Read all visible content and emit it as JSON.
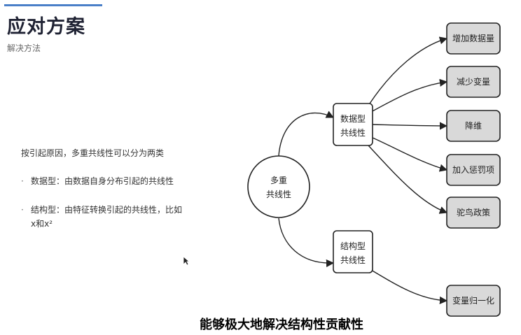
{
  "slide": {
    "title": "应对方案",
    "subtitle": "解决方法"
  },
  "content": {
    "intro": "按引起原因，多重共线性可以分为两类",
    "bullets": [
      {
        "dot": "·",
        "text": "数据型：由数据自身分布引起的共线性"
      },
      {
        "dot": "·",
        "text": "结构型：由特征转换引起的共线性，比如",
        "cont": "x和x²"
      }
    ]
  },
  "diagram": {
    "root": {
      "line1": "多重",
      "line2": "共线性"
    },
    "data_type": {
      "line1": "数据型",
      "line2": "共线性"
    },
    "struct_type": {
      "line1": "结构型",
      "line2": "共线性"
    },
    "leaves": [
      "增加数据量",
      "减少变量",
      "降维",
      "加入惩罚项",
      "驼鸟政策",
      "变量归一化"
    ]
  },
  "caption": "能够极大地解决结构性贡献性",
  "colors": {
    "accent": "#4a7fc8",
    "leaf_fill": "#d9d9d9",
    "stroke": "#222222"
  }
}
